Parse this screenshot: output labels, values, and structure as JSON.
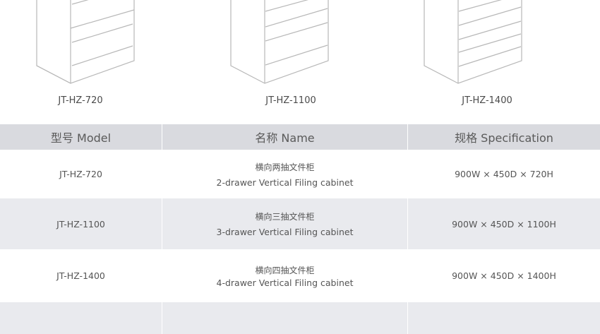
{
  "products": [
    {
      "model": "JT-HZ-720"
    },
    {
      "model": "JT-HZ-1100"
    },
    {
      "model": "JT-HZ-1400"
    }
  ],
  "table": {
    "headers": [
      "型号  Model",
      "名称  Name",
      "规格  Specification"
    ],
    "rows": [
      {
        "model": "JT-HZ-720",
        "name_cn": "横向两抽文件柜",
        "name_en": "2-drawer Vertical Filing cabinet",
        "spec": "900W × 450D × 720H"
      },
      {
        "model": "JT-HZ-1100",
        "name_cn": "横向三抽文件柜",
        "name_en": "3-drawer Vertical Filing cabinet",
        "spec": "900W × 450D × 1100H"
      },
      {
        "model": "JT-HZ-1400",
        "name_cn": "横向四抽文件柜",
        "name_en": "4-drawer Vertical Filing cabinet",
        "spec": "900W × 450D × 1400H"
      }
    ]
  },
  "colors": {
    "header_bg": "#d9dadf",
    "stripe_bg": "#e9eaee",
    "line": "#b5b5b5"
  }
}
